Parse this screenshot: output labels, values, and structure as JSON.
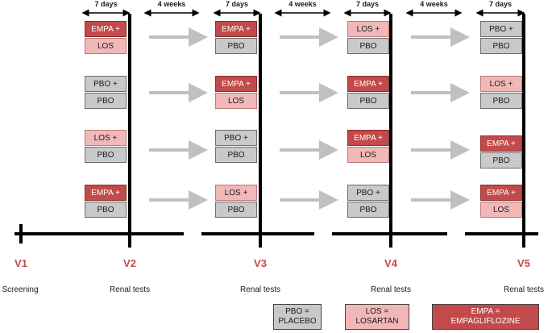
{
  "durations": {
    "days": "7 days",
    "weeks": "4 weeks"
  },
  "visits": [
    {
      "label": "V1",
      "sub": "Screening"
    },
    {
      "label": "V2",
      "sub": "Renal tests"
    },
    {
      "label": "V3",
      "sub": "Renal tests"
    },
    {
      "label": "V4",
      "sub": "Renal tests"
    },
    {
      "label": "V5",
      "sub": "Renal tests"
    }
  ],
  "arms": [
    [
      {
        "top": "EMPA +",
        "bottom": "LOS",
        "top_type": "empa",
        "bottom_type": "los"
      },
      {
        "top": "PBO +",
        "bottom": "PBO",
        "top_type": "pbo",
        "bottom_type": "pbo"
      },
      {
        "top": "LOS +",
        "bottom": "PBO",
        "top_type": "los",
        "bottom_type": "pbo"
      },
      {
        "top": "EMPA +",
        "bottom": "PBO",
        "top_type": "empa",
        "bottom_type": "pbo"
      }
    ],
    [
      {
        "top": "EMPA +",
        "bottom": "PBO",
        "top_type": "empa",
        "bottom_type": "pbo"
      },
      {
        "top": "EMPA +",
        "bottom": "LOS",
        "top_type": "empa",
        "bottom_type": "los"
      },
      {
        "top": "PBO +",
        "bottom": "PBO",
        "top_type": "pbo",
        "bottom_type": "pbo"
      },
      {
        "top": "LOS +",
        "bottom": "PBO",
        "top_type": "los",
        "bottom_type": "pbo"
      }
    ],
    [
      {
        "top": "LOS +",
        "bottom": "PBO",
        "top_type": "los",
        "bottom_type": "pbo"
      },
      {
        "top": "EMPA +",
        "bottom": "PBO",
        "top_type": "empa",
        "bottom_type": "pbo"
      },
      {
        "top": "EMPA +",
        "bottom": "LOS",
        "top_type": "empa",
        "bottom_type": "los"
      },
      {
        "top": "PBO +",
        "bottom": "PBO",
        "top_type": "pbo",
        "bottom_type": "pbo"
      }
    ],
    [
      {
        "top": "PBO +",
        "bottom": "PBO",
        "top_type": "pbo",
        "bottom_type": "pbo"
      },
      {
        "top": "LOS +",
        "bottom": "PBO",
        "top_type": "los",
        "bottom_type": "pbo"
      },
      {
        "top": "EMPA +",
        "bottom": "PBO",
        "top_type": "empa",
        "bottom_type": "pbo"
      },
      {
        "top": "EMPA +",
        "bottom": "LOS",
        "top_type": "empa",
        "bottom_type": "los"
      }
    ]
  ],
  "legend": [
    {
      "line1": "PBO =",
      "line2": "PLACEBO",
      "type": "pbo"
    },
    {
      "line1": "LOS =",
      "line2": "LOSARTAN",
      "type": "los"
    },
    {
      "line1": "EMPA =",
      "line2": "EMPAGLIFLOZINE",
      "type": "empa"
    }
  ],
  "colors": {
    "empa": "#c24a4a",
    "los": "#f2b8b8",
    "pbo": "#c9c9c9",
    "visit_label": "#c24a4a",
    "arrow_gray": "#c0c0c0",
    "line": "#000000"
  }
}
